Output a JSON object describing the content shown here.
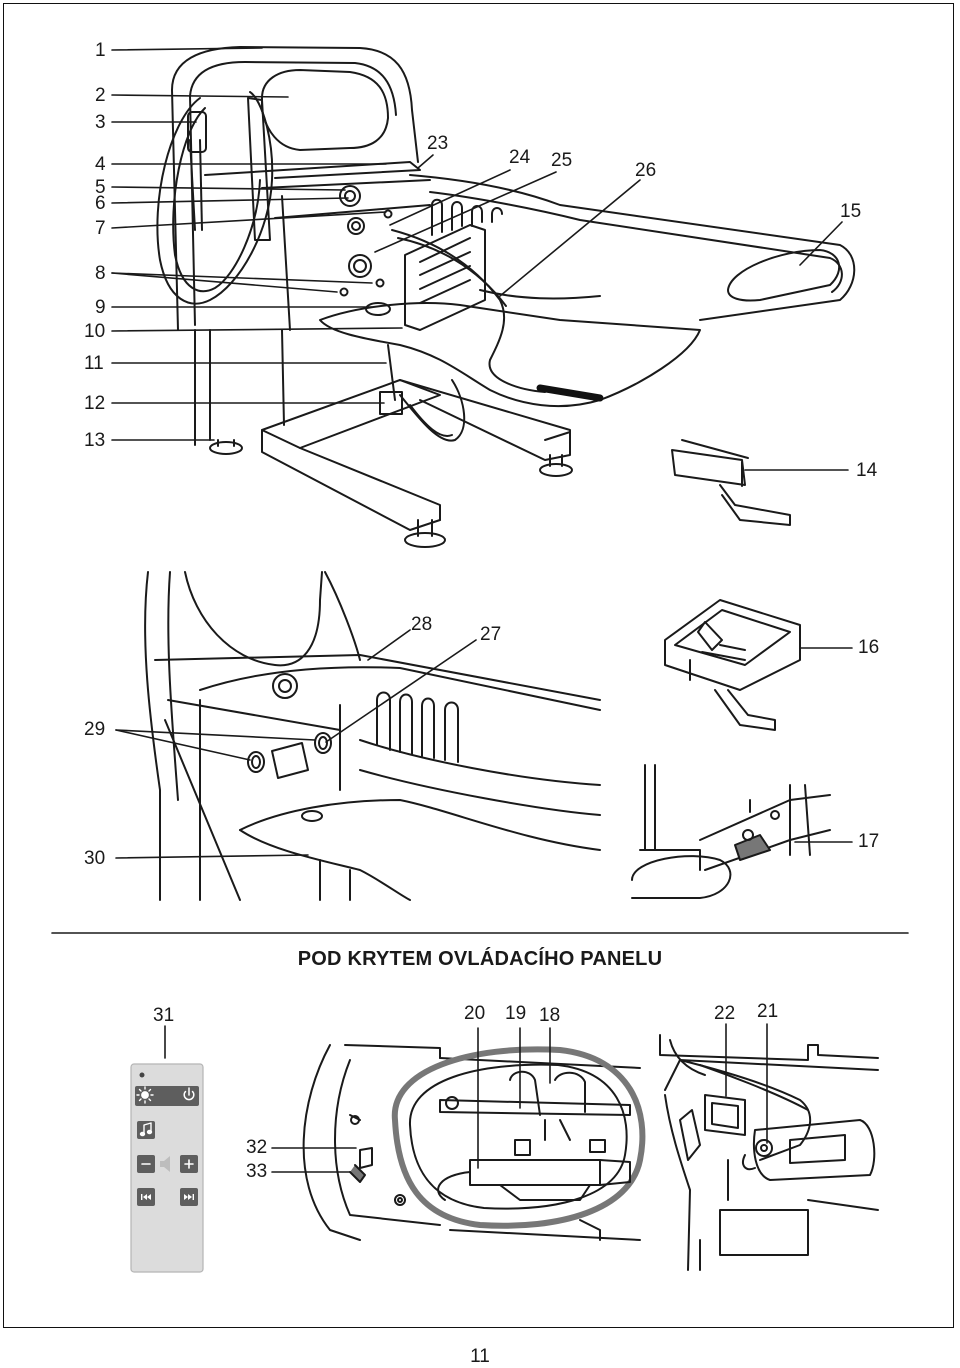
{
  "callouts": {
    "c1": "1",
    "c2": "2",
    "c3": "3",
    "c4": "4",
    "c5": "5",
    "c6": "6",
    "c7": "7",
    "c8": "8",
    "c9": "9",
    "c10": "10",
    "c11": "11",
    "c12": "12",
    "c13": "13",
    "c14": "14",
    "c15": "15",
    "c16": "16",
    "c17": "17",
    "c18": "18",
    "c19": "19",
    "c20": "20",
    "c21": "21",
    "c22": "22",
    "c23": "23",
    "c24": "24",
    "c25": "25",
    "c26": "26",
    "c27": "27",
    "c28": "28",
    "c29": "29",
    "c30": "30",
    "c31": "31",
    "c32": "32",
    "c33": "33"
  },
  "section_title": "POD KRYTEM OVLÁDACÍHO PANELU",
  "page_number": "11",
  "control_panel": {
    "icons": [
      "indicator-dot",
      "light-icon",
      "power-icon",
      "music-note-icon",
      "minus-icon",
      "speaker-icon",
      "plus-icon",
      "previous-track-icon",
      "next-track-icon"
    ],
    "panel_color": "#dcdcdc",
    "button_color": "#5e5e5e"
  }
}
